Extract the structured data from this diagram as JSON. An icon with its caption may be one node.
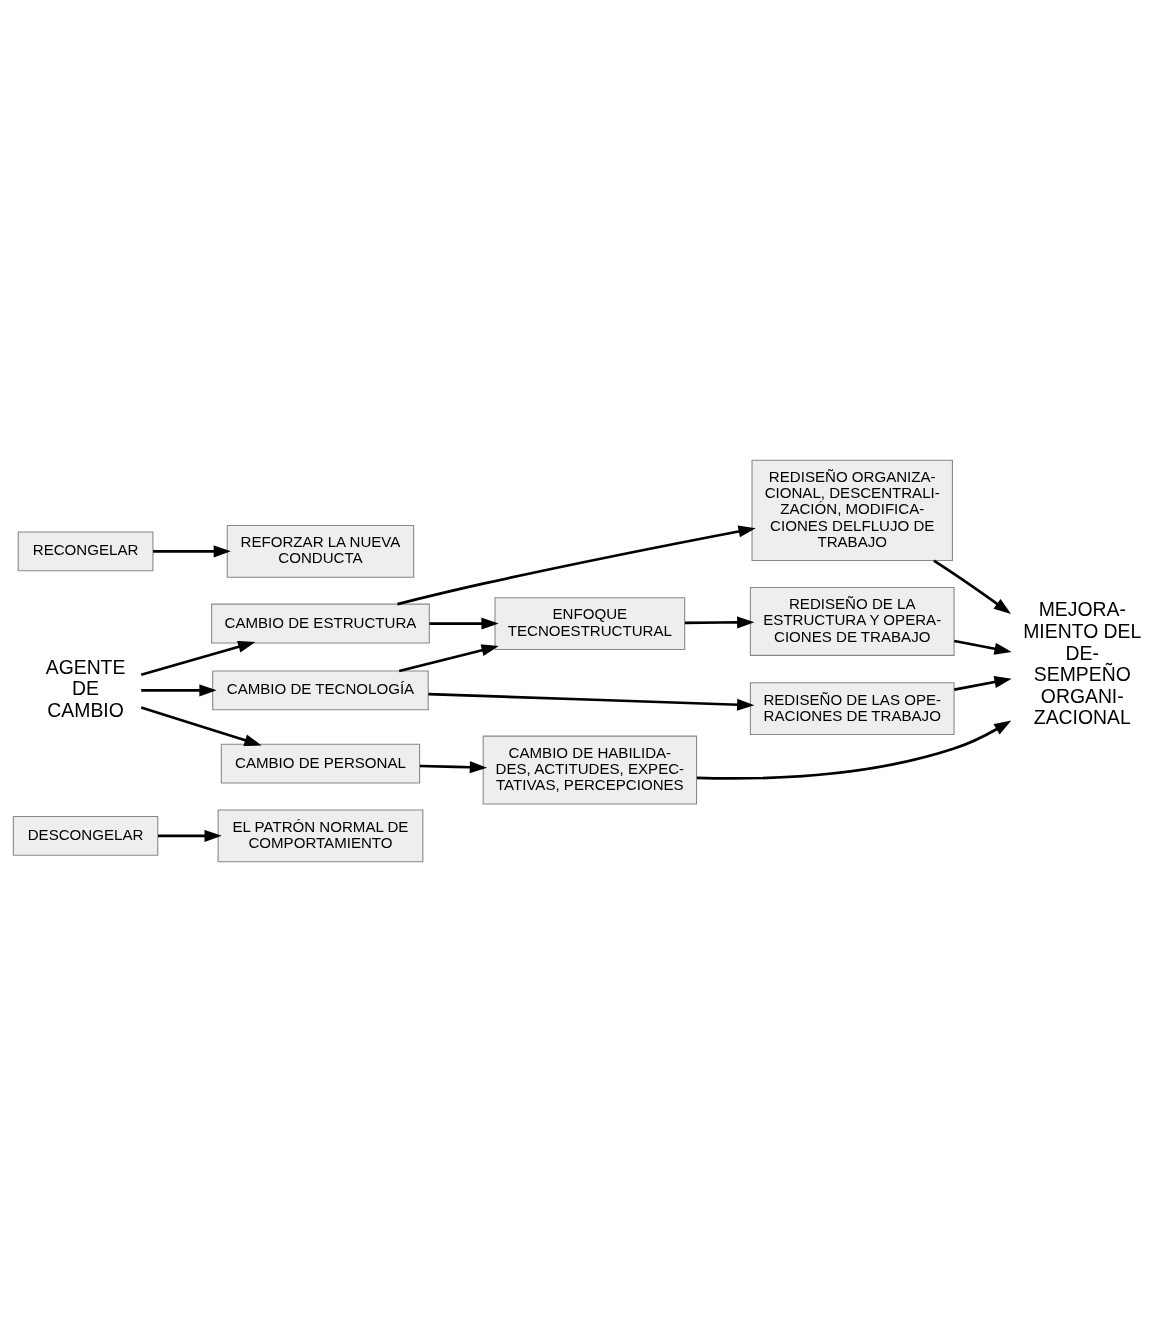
{
  "diagram": {
    "nodes": [
      {
        "text": [
          "DESCONGELAR"
        ]
      },
      {
        "text": [
          "EL PATRÓN NORMAL DE COMPORTAMIENTO"
        ]
      },
      {
        "text": [
          "AGENTE DE CAMBIO"
        ]
      },
      {
        "text": [
          "CAMBIO DE ESTRUCTURA"
        ]
      },
      {
        "text": [
          "REDISEÑO ORGANIZA- CIONAL, DESCENTRALI- ZACIÓN, MODIFICA- CIONES DELFLUJO DE TRABAJO"
        ]
      },
      {
        "text": [
          "ENFOQUE TECNOESTRUCTURAL"
        ]
      },
      {
        "text": [
          "REDISEÑO DE LA ESTRUCTURA Y OPERA- CIONES DE TRABAJO"
        ]
      },
      {
        "text": [
          "CAMBIO DE TECNOLOGÍA"
        ]
      },
      {
        "text": [
          "REDISEÑO DE LAS OPE- RACIONES DE TRABAJO"
        ]
      },
      {
        "text": [
          "CAMBIO DE PERSONAL"
        ]
      },
      {
        "text": [
          "CAMBIO DE HABILIDA- DES, ACTITUDES, EXPEC- TATIVAS, PERCEPCIONES"
        ]
      },
      {
        "text": [
          "MEJORA- MIENTO DEL DE- SEMPEÑO ORGANI- ZACIONAL"
        ]
      },
      {
        "text": [
          "RECONGELAR"
        ]
      },
      {
        "text": [
          "REFORZAR LA NUEVA CONDUCTA"
        ]
      }
    ],
    "edges": [
      {
        "from": 0,
        "to": 1,
        "arrow": "to"
      },
      {
        "from": 2,
        "to": 3,
        "arrow": "to"
      },
      {
        "from": 2,
        "to": 7,
        "arrow": "to"
      },
      {
        "from": 2,
        "to": 9,
        "arrow": "to"
      },
      {
        "from": 3,
        "to": 4,
        "arrow": "to"
      },
      {
        "from": 3,
        "to": 5,
        "arrow": "to"
      },
      {
        "from": 7,
        "to": 5,
        "arrow": "to"
      },
      {
        "from": 5,
        "to": 6,
        "arrow": "to"
      },
      {
        "from": 7,
        "to": 8,
        "arrow": "to"
      },
      {
        "from": 9,
        "to": 10,
        "arrow": "to"
      },
      {
        "from": 4,
        "to": 11,
        "arrow": "to"
      },
      {
        "from": 6,
        "to": 11,
        "arrow": "to"
      },
      {
        "from": 8,
        "to": 11,
        "arrow": "to"
      },
      {
        "from": 10,
        "to": 11,
        "arrow": "to"
      },
      {
        "from": 12,
        "to": 13,
        "arrow": "to"
      }
    ]
  }
}
